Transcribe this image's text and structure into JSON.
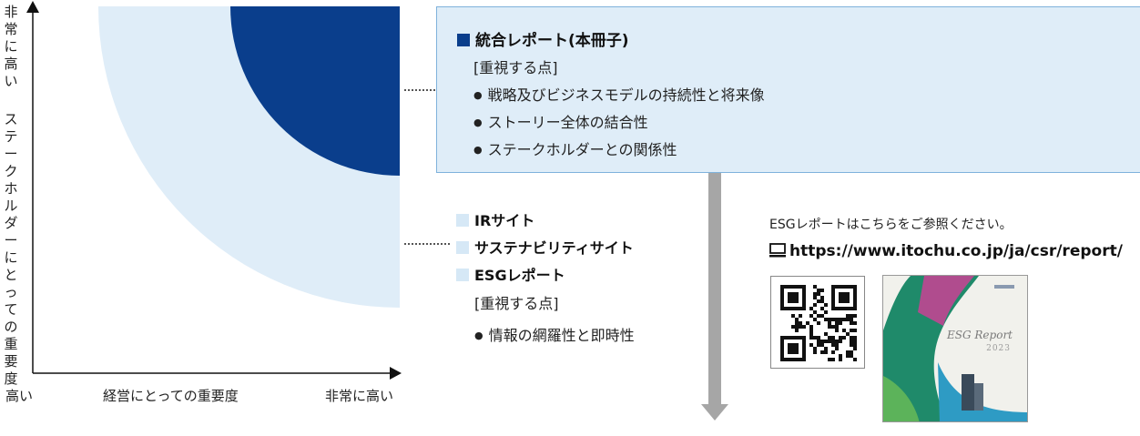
{
  "axes": {
    "y_label_top": "非常に高い",
    "y_label_main": "ステークホルダーにとっての重要度",
    "x_label_low": "高い",
    "x_label_main": "経営にとっての重要度",
    "x_label_high": "非常に高い"
  },
  "colors": {
    "dark_blue": "#0a3e8c",
    "light_blue": "#dfedf8",
    "box_border": "#7fb2dc",
    "arrow_gray": "#a6a6a6"
  },
  "integrated_report": {
    "title": "統合レポート(本冊子)",
    "focus_label": "[重視する点]",
    "points": [
      "戦略及びビジネスモデルの持続性と将来像",
      "ストーリー全体の結合性",
      "ステークホルダーとの関係性"
    ]
  },
  "web_media": {
    "items": [
      "IRサイト",
      "サステナビリティサイト",
      "ESGレポート"
    ],
    "focus_label": "[重視する点]",
    "points": [
      "情報の網羅性と即時性"
    ]
  },
  "esg_reference": {
    "note": "ESGレポートはこちらをご参照ください。",
    "url": "https://www.itochu.co.jp/ja/csr/report/",
    "icon": "monitor-icon",
    "cover_title": "ESG Report",
    "cover_year": "2023"
  }
}
